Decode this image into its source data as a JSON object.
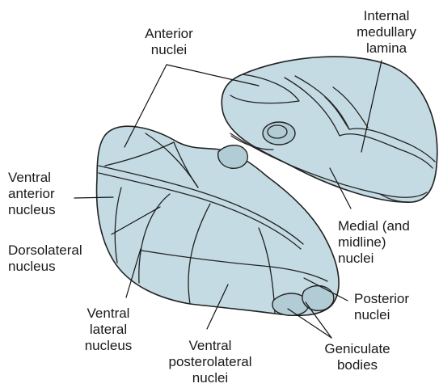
{
  "colors": {
    "fill": "#c4dbe3",
    "fill_shade": "#b2ccd6",
    "outline": "#222222",
    "leader": "#111111",
    "text": "#1a1a1a",
    "background": "#ffffff"
  },
  "labels": {
    "anterior_nuclei": "Anterior\nnuclei",
    "internal_medullary_lamina": "Internal\nmedullary\nlamina",
    "ventral_anterior_nucleus": "Ventral\nanterior\nnucleus",
    "dorsolateral_nucleus": "Dorsolateral\nnucleus",
    "medial_midline_nuclei": "Medial (and\nmidline)\nnuclei",
    "ventral_lateral_nucleus": "Ventral\nlateral\nnucleus",
    "ventral_posterolateral_nuclei": "Ventral\nposterolateral\nnuclei",
    "posterior_nuclei": "Posterior\nnuclei",
    "geniculate_bodies": "Geniculate\nbodies"
  }
}
